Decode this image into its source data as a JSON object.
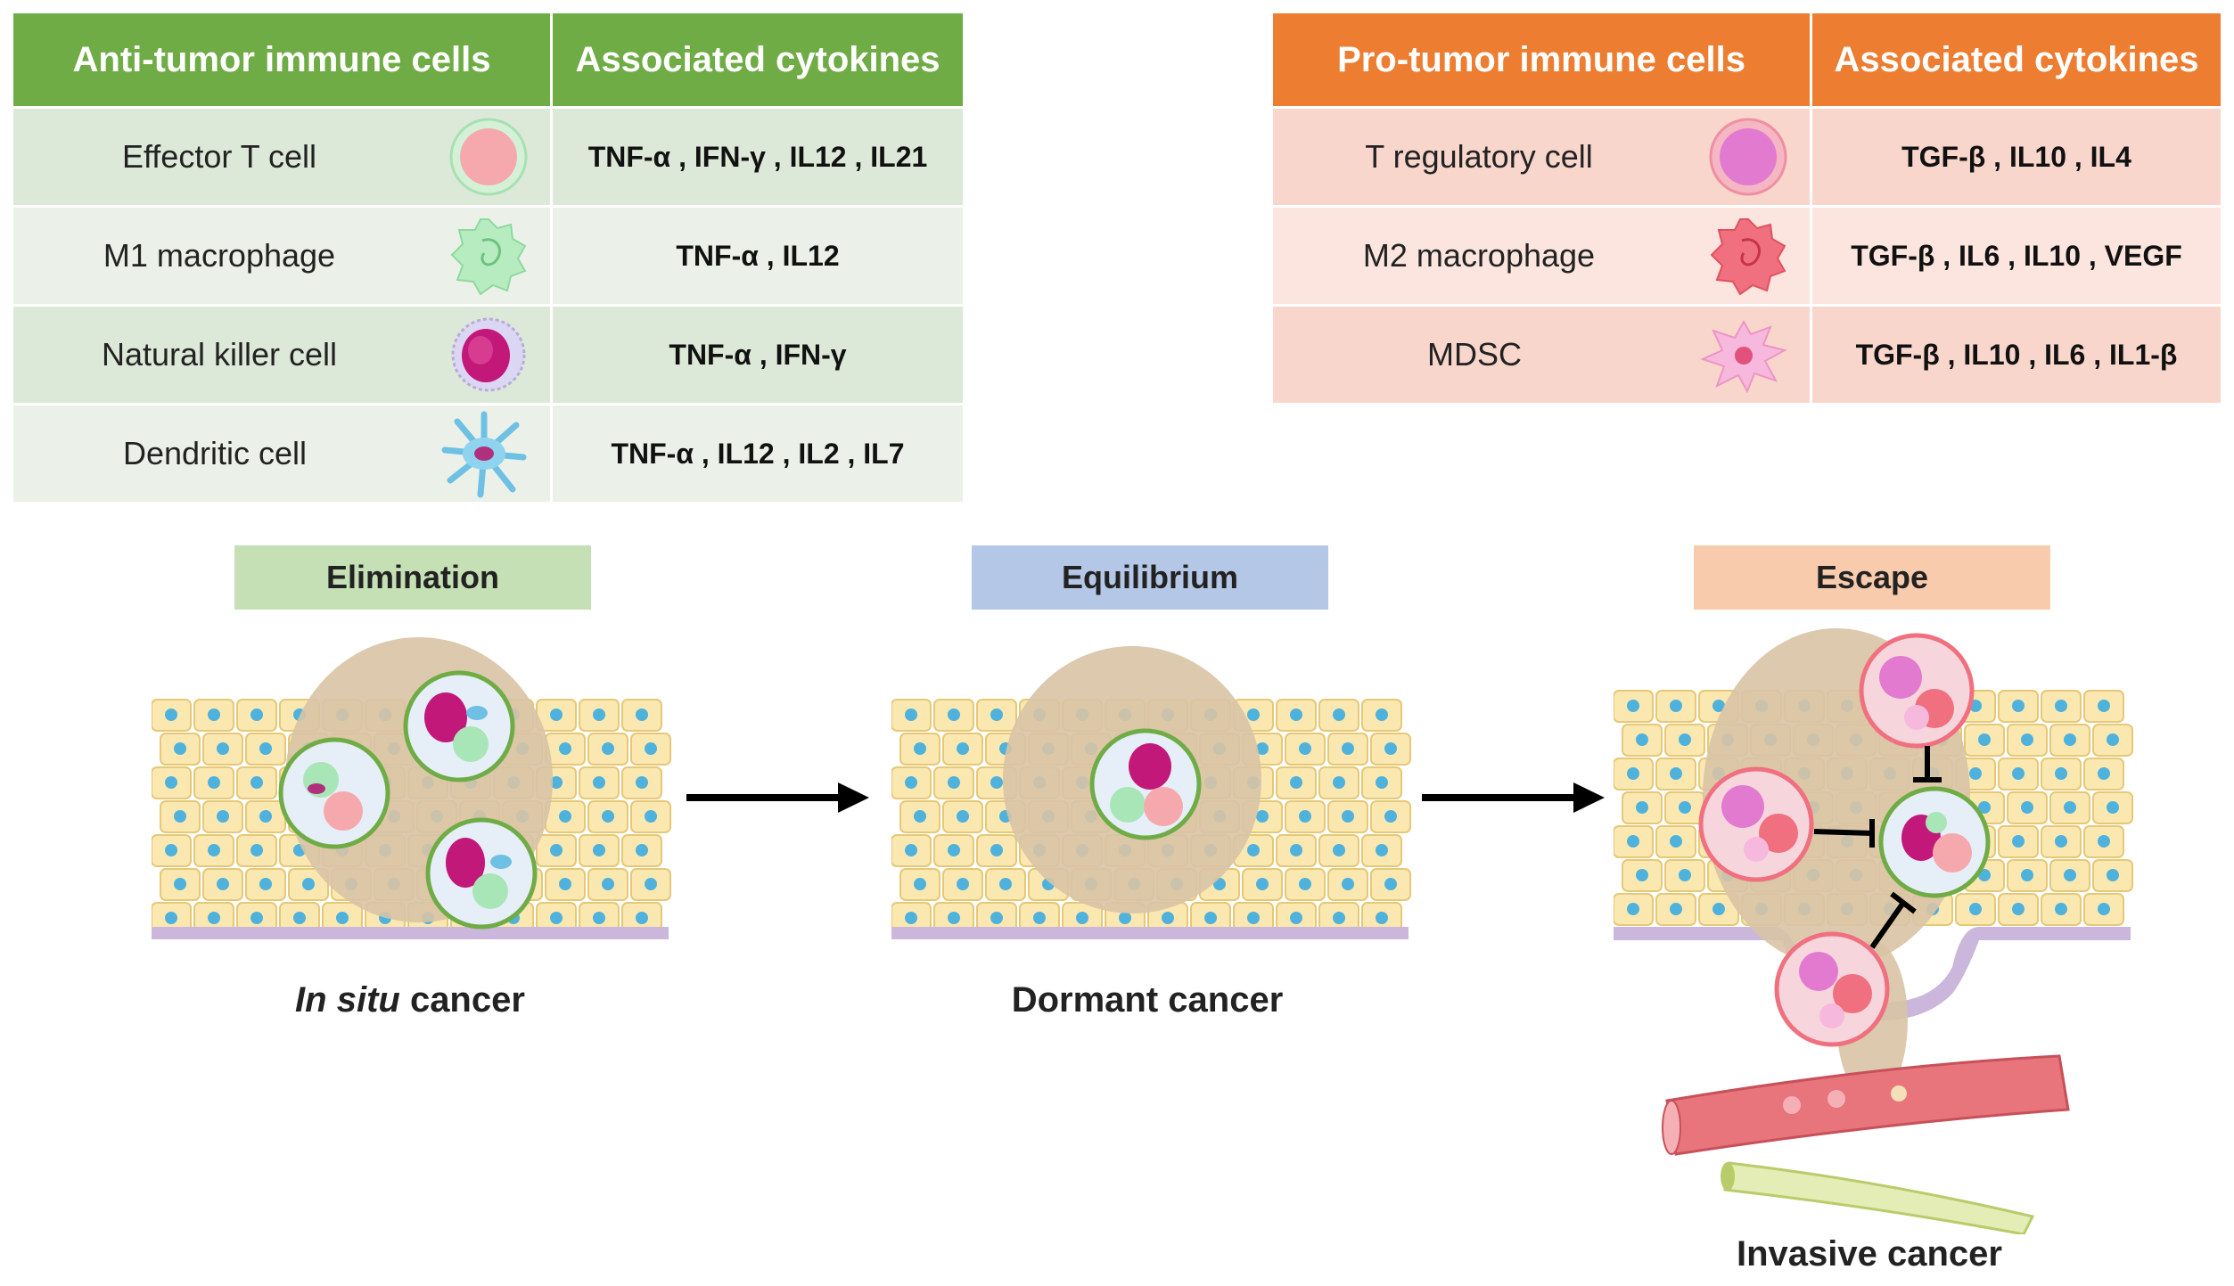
{
  "anti_table": {
    "header": [
      "Anti-tumor immune cells",
      "Associated cytokines"
    ],
    "colors": {
      "header": "#6fac46",
      "row_dark": "#dde9d8",
      "row_light": "#ebf1e8"
    },
    "rows": [
      {
        "cell": "Effector  T cell",
        "cytokines": "TNF-α , IFN-γ , IL12 , IL21",
        "icon": "effector-t-cell-icon"
      },
      {
        "cell": "M1 macrophage",
        "cytokines": "TNF-α , IL12",
        "icon": "m1-macrophage-icon"
      },
      {
        "cell": "Natural killer cell",
        "cytokines": "TNF-α , IFN-γ",
        "icon": "nk-cell-icon"
      },
      {
        "cell": "Dendritic cell",
        "cytokines": "TNF-α , IL12 , IL2 , IL7",
        "icon": "dendritic-cell-icon"
      }
    ]
  },
  "pro_table": {
    "header": [
      "Pro-tumor immune cells",
      "Associated cytokines"
    ],
    "colors": {
      "header": "#ed7d31",
      "row_dark": "#f8d6cc",
      "row_light": "#fbe5de"
    },
    "rows": [
      {
        "cell": "T regulatory  cell",
        "cytokines": "TGF-β , IL10 , IL4",
        "icon": "t-regulatory-cell-icon"
      },
      {
        "cell": "M2 macrophage",
        "cytokines": "TGF-β , IL6 , IL10 , VEGF",
        "icon": "m2-macrophage-icon"
      },
      {
        "cell": "MDSC",
        "cytokines": "TGF-β , IL10 , IL6 , IL1-β",
        "icon": "mdsc-icon"
      }
    ]
  },
  "stages": [
    {
      "label": "Elimination",
      "color": "#c5e0b4"
    },
    {
      "label": "Equilibrium",
      "color": "#b4c7e7"
    },
    {
      "label": "Escape",
      "color": "#f8cbad"
    }
  ],
  "captions": {
    "in_situ_italic": "In situ",
    "in_situ_rest": " cancer",
    "dormant": "Dormant cancer",
    "invasive": "Invasive cancer"
  }
}
